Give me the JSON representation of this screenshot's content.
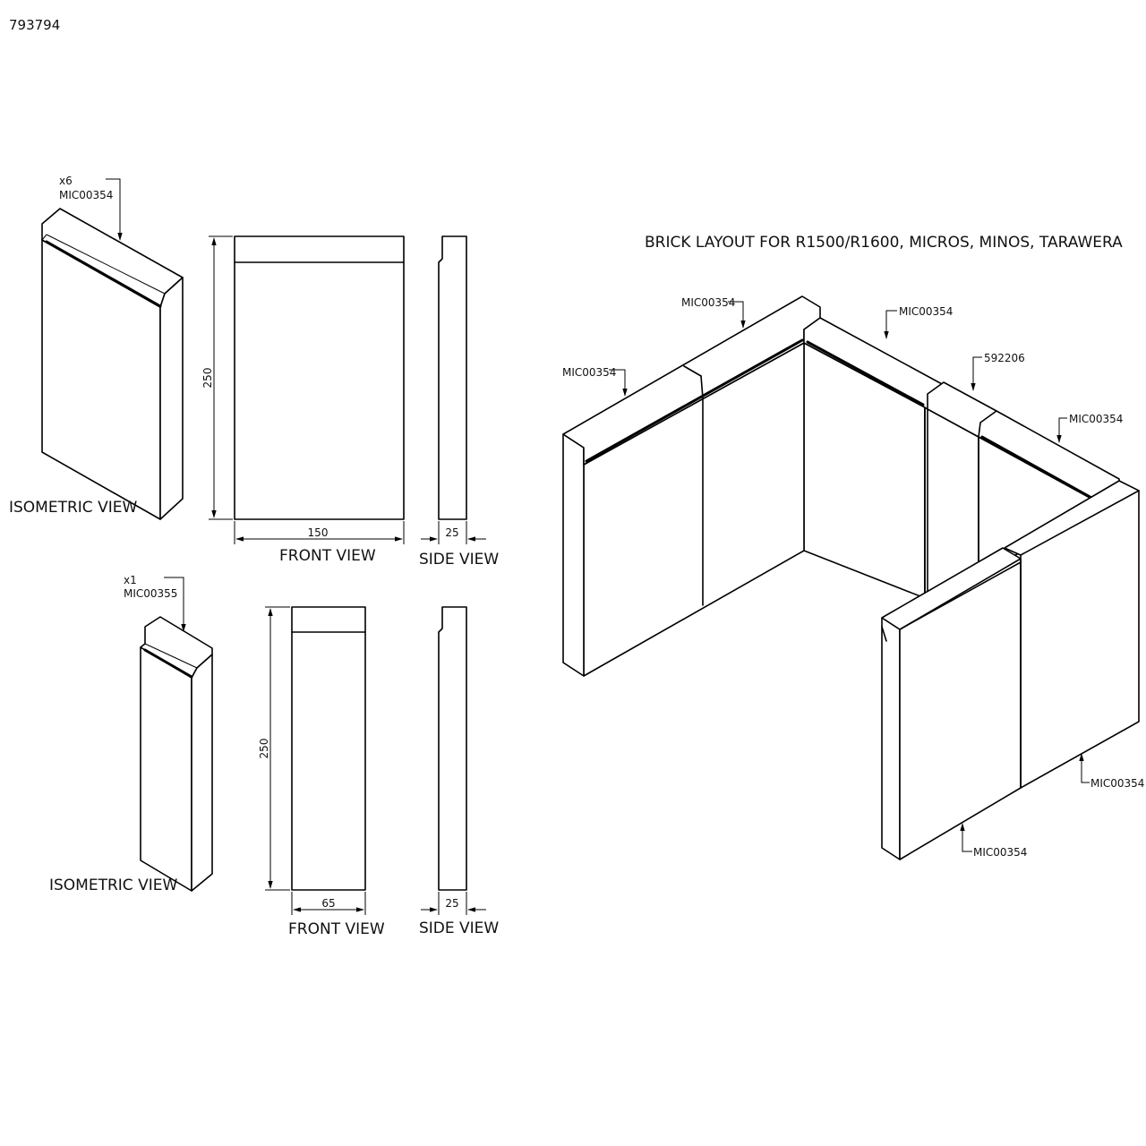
{
  "document_id": "793794",
  "layout_title": "BRICK LAYOUT FOR R1500/R1600, MICROS, MINOS, TARAWERA",
  "brick_a": {
    "quantity": "x6",
    "part": "MIC00354",
    "isometric_label": "ISOMETRIC VIEW",
    "front_label": "FRONT VIEW",
    "side_label": "SIDE VIEW",
    "height": "250",
    "width": "150",
    "thickness": "25"
  },
  "brick_b": {
    "quantity": "x1",
    "part": "MIC00355",
    "isometric_label": "ISOMETRIC VIEW",
    "front_label": "FRONT VIEW",
    "side_label": "SIDE VIEW",
    "height": "250",
    "width": "65",
    "thickness": "25"
  },
  "layout_callouts": {
    "left_front": "MIC00354",
    "left_back": "MIC00354",
    "back_left": "MIC00354",
    "back_small": "592206",
    "back_right": "MIC00354",
    "right_side": "MIC00354",
    "front_panel": "MIC00354"
  }
}
